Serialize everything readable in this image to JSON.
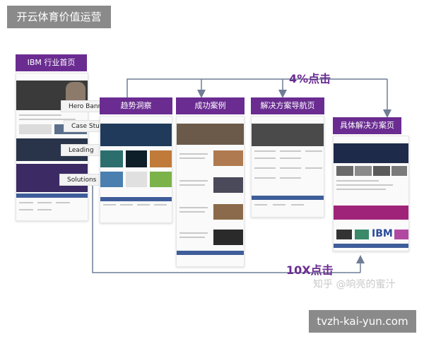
{
  "top_banner": "开云体育价值运营",
  "bottom_banner": "tvzh-kai-yun.com",
  "headers": {
    "ibm_home": "IBM 行业首页",
    "trends": "趋势洞察",
    "cases": "成功案例",
    "solution_nav": "解决方案导航页",
    "solution_page": "具体解决方案页"
  },
  "callouts": {
    "hero": "Hero Banner",
    "case_study": "Case Study",
    "leading": "Leading",
    "solutions": "Solutions"
  },
  "flow_labels": {
    "four_percent": "4%点击",
    "ten_x": "10X点击"
  },
  "watermark": "知乎 @响亮的蜜汁",
  "logo_text": "IBM",
  "colors": {
    "header_purple": "#6a2c91",
    "arrow_gray": "#6f7d95",
    "banner_gray": "#8a8a8a"
  }
}
